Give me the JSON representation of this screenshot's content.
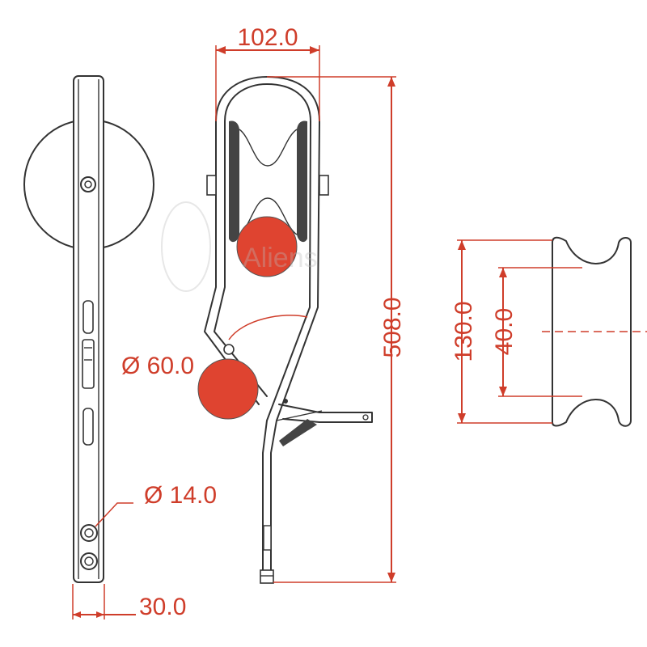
{
  "dimensions": {
    "width_top": "102.0",
    "height_total": "508.0",
    "roller_diameter": "Ø 60.0",
    "hole_diameter": "Ø 14.0",
    "bar_width": "30.0",
    "pulley_outer": "130.0",
    "pulley_groove": "40.0"
  },
  "watermark": "Aliens",
  "colors": {
    "dimension": "#cf3d2a",
    "roller": "#df4430",
    "outline": "#333333",
    "pulley_dark": "#444444"
  }
}
